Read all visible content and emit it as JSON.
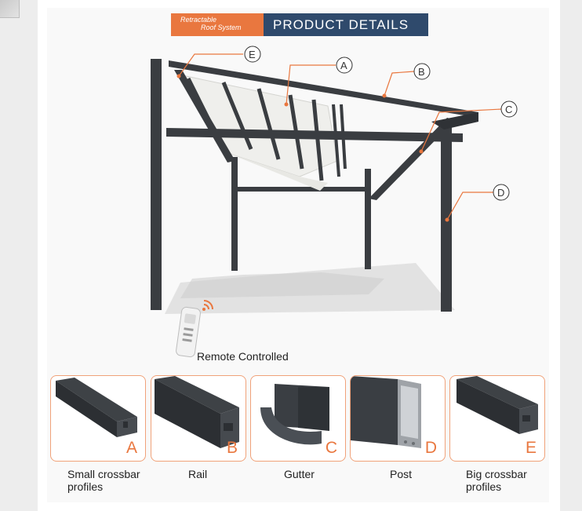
{
  "banner": {
    "subtitle_line1": "Retractable",
    "subtitle_line2": "Roof System",
    "title": "PRODUCT DETAILS"
  },
  "callouts": [
    "A",
    "B",
    "C",
    "D",
    "E"
  ],
  "remote": {
    "label": "Remote Controlled"
  },
  "profiles": [
    {
      "letter": "A",
      "label_line1": "Small crossbar",
      "label_line2": "profiles"
    },
    {
      "letter": "B",
      "label_line1": "Rail",
      "label_line2": ""
    },
    {
      "letter": "C",
      "label_line1": "Gutter",
      "label_line2": ""
    },
    {
      "letter": "D",
      "label_line1": "Post",
      "label_line2": ""
    },
    {
      "letter": "E",
      "label_line1": "Big crossbar",
      "label_line2": "profiles"
    }
  ],
  "colors": {
    "accent": "#e9773f",
    "navy": "#2f4a6c",
    "frame": "#3a3d41",
    "canopy": "#efefec"
  }
}
